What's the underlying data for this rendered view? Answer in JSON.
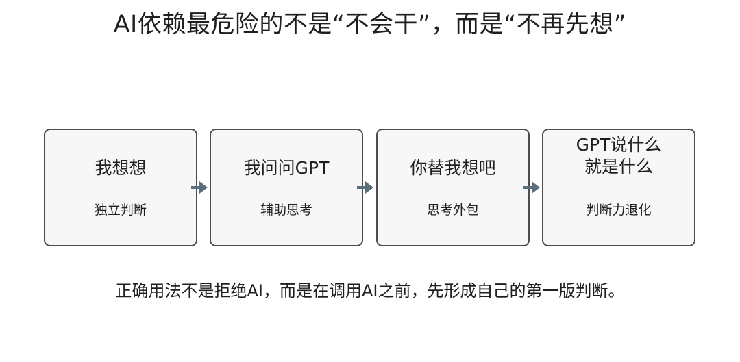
{
  "title": "AI依赖最危险的不是“不会干”，而是“不再先想”",
  "steps": [
    {
      "main": [
        "我想想"
      ],
      "sub": "独立判断"
    },
    {
      "main": [
        "我问问GPT"
      ],
      "sub": "辅助思考"
    },
    {
      "main": [
        "你替我想吧"
      ],
      "sub": "思考外包"
    },
    {
      "main": [
        "GPT说什么",
        "就是什么"
      ],
      "sub": "判断力退化"
    }
  ],
  "conclusion": "正确用法不是拒绝AI，而是在调用AI之前，先形成自己的第一版判断。",
  "colors": {
    "box_border": "#4a4e53",
    "box_fill": "#f7f7f7",
    "arrow": "#5a6e7c",
    "text": "#1f1f1f"
  }
}
